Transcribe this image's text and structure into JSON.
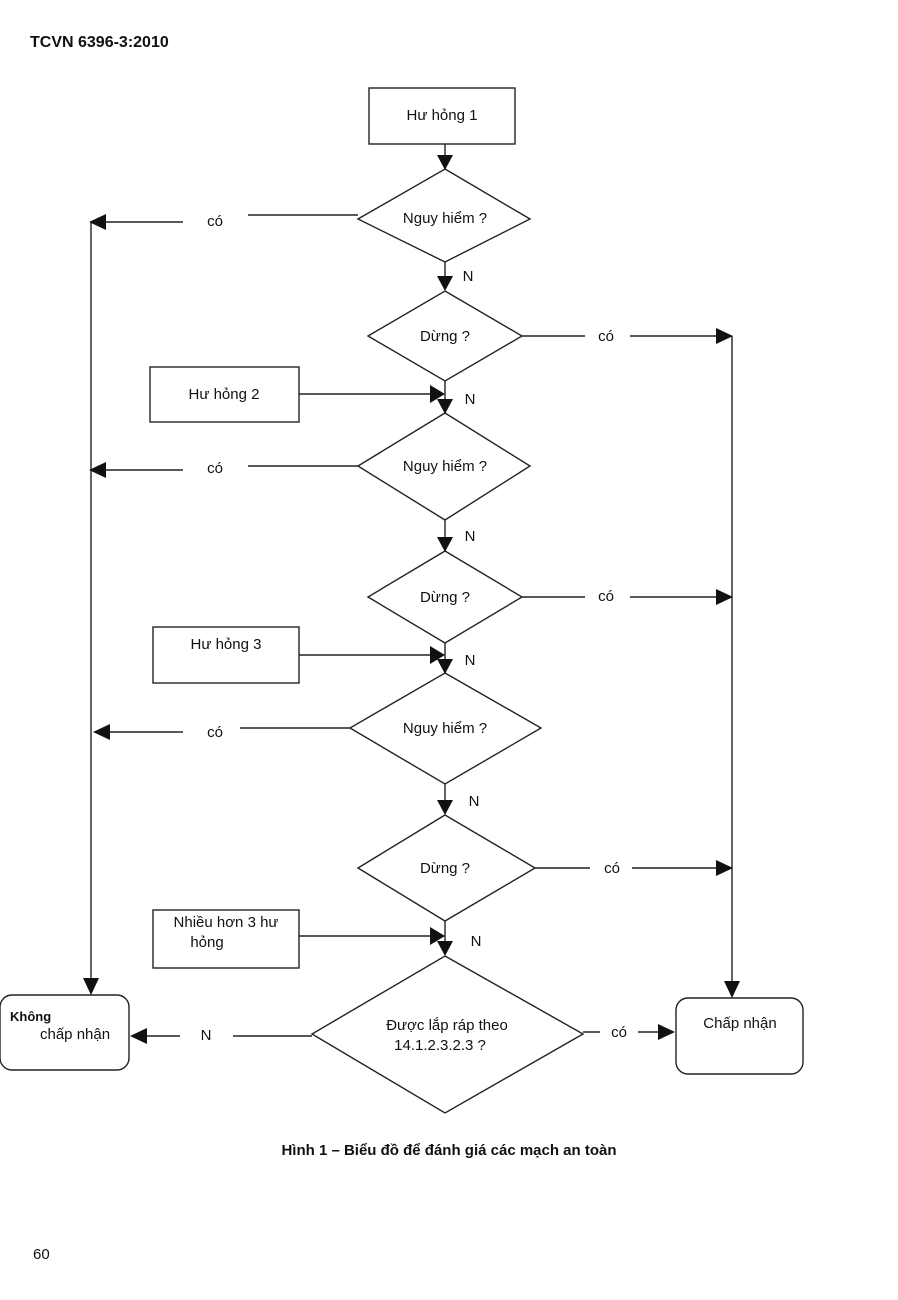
{
  "header": {
    "standard_code": "TCVN 6396-3:2010"
  },
  "flowchart": {
    "failure_1": "Hư hỏng 1",
    "failure_2": "Hư hỏng 2",
    "failure_3": "Hư hỏng 3",
    "failure_more_line1": "Nhiều hơn 3  hư",
    "failure_more_line2": "hỏng",
    "dangerous_q": "Nguy hiểm ?",
    "stop_q": "Dừng ?",
    "assembled_q_line1": "Được lắp ráp theo",
    "assembled_q_line2": "14.1.2.3.2.3 ?",
    "yes_label": "có",
    "no_label": "N",
    "reject_line1": "Không",
    "reject_line2": "chấp nhận",
    "accept": "Chấp nhận"
  },
  "caption": "Hình 1 – Biểu đồ để đánh giá các mạch an toàn",
  "page_number": "60"
}
